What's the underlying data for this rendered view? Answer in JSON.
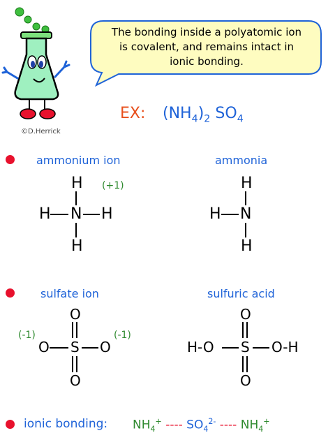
{
  "bubble": {
    "line1": "The bonding inside a polyatomic ion",
    "line2": "is covalent, and remains intact in",
    "line3": "ionic bonding."
  },
  "example": {
    "label": "EX:",
    "formula_a": "(NH",
    "formula_a_sub": "4",
    "formula_b": ")",
    "formula_b_sub": "2",
    "formula_c": " SO",
    "formula_c_sub": "4"
  },
  "credit": "©D.Herrick",
  "sections": {
    "ammonium_ion": "ammonium ion",
    "ammonia": "ammonia",
    "sulfate_ion": "sulfate ion",
    "sulfuric_acid": "sulfuric acid"
  },
  "charges": {
    "ammonium": "(+1)",
    "sulfate_left": "(-1)",
    "sulfate_right": "(-1)"
  },
  "atoms": {
    "H": "H",
    "N": "N",
    "O": "O",
    "S": "S",
    "HO_left": "H-O",
    "OH_right": "O-H"
  },
  "ionic_bonding": {
    "label": "ionic bonding:",
    "part1": "NH",
    "part1_sub": "4",
    "part1_sup": "+",
    "dash1": " ---- ",
    "part2": "SO",
    "part2_sub": "4",
    "part2_sup": "2-",
    "dash2": " ---- ",
    "part3": "NH",
    "part3_sub": "4",
    "part3_sup": "+"
  },
  "colors": {
    "blue": "#1f63d8",
    "green": "#2f8a2f",
    "orange": "#e8501d",
    "red_dot": "#e8112d",
    "bubble_fill": "#fefcc0"
  }
}
